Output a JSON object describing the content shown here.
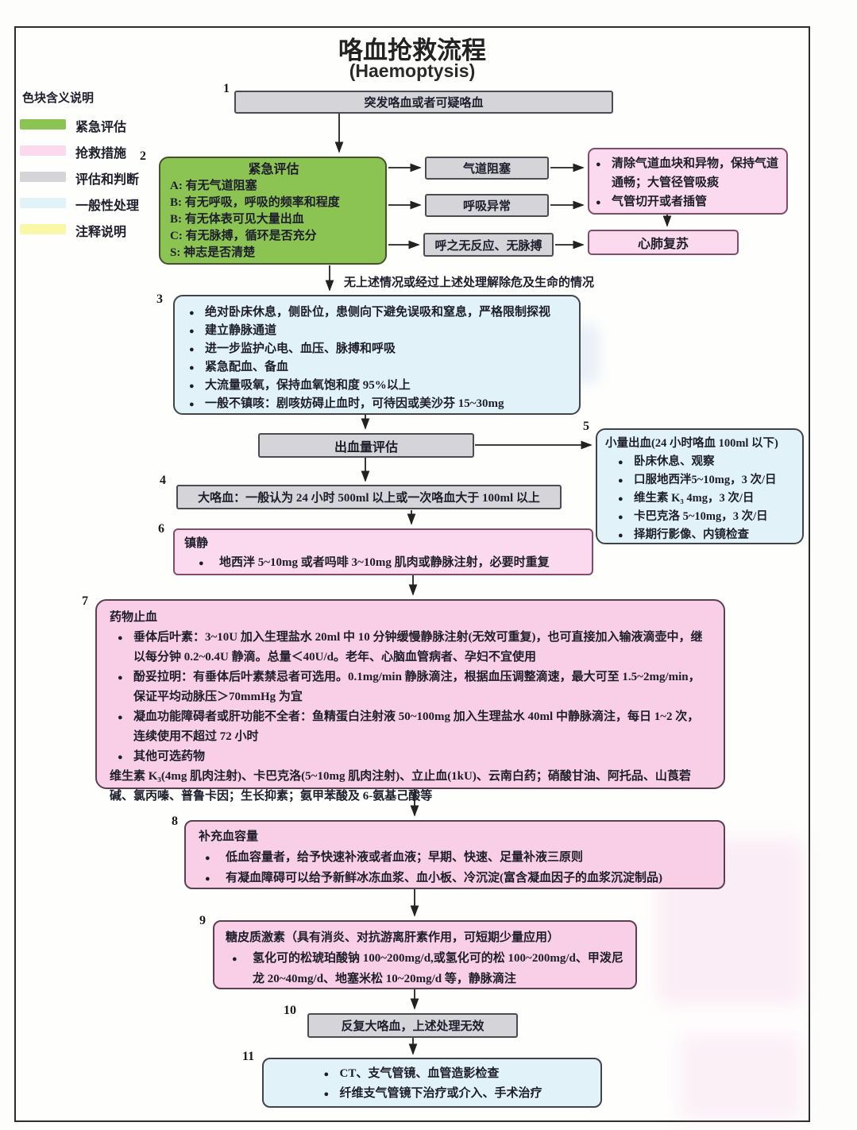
{
  "page": {
    "title": "咯血抢救流程",
    "subtitle": "(Haemoptysis)"
  },
  "legend": {
    "header": "色块含义说明",
    "items": [
      {
        "label": "紧急评估",
        "color": "#8cc454"
      },
      {
        "label": "抢救措施",
        "color": "#fbd9ee"
      },
      {
        "label": "评估和判断",
        "color": "#d4d4d9"
      },
      {
        "label": "一般性处理",
        "color": "#e1f3f8"
      },
      {
        "label": "注释说明",
        "color": "#fbf7a8"
      }
    ]
  },
  "nodes": {
    "n1": {
      "number": "1",
      "text": "突发咯血或者可疑咯血"
    },
    "n2": {
      "number": "2",
      "title": "紧急评估",
      "lines": [
        "A: 有无气道阻塞",
        "B: 有无呼吸，呼吸的频率和程度",
        "B: 有无体表可见大量出血",
        "C: 有无脉搏，循环是否充分",
        "S: 神志是否清楚"
      ]
    },
    "airway": {
      "text": "气道阻塞"
    },
    "breath": {
      "text": "呼吸异常"
    },
    "noresponse": {
      "text": "呼之无反应、无脉搏"
    },
    "clear_airway": {
      "items": [
        "清除气道血块和异物，保持气道通畅；大管径管吸痰",
        "气管切开或者插管"
      ]
    },
    "cpr": {
      "text": "心肺复苏"
    },
    "bypass_label": "无上述情况或经过上述处理解除危及生命的情况",
    "n3": {
      "number": "3",
      "items": [
        "绝对卧床休息，侧卧位，患侧向下避免误吸和窒息，严格限制探视",
        "建立静脉通道",
        "进一步监护心电、血压、脉搏和呼吸",
        "紧急配血、备血",
        "大流量吸氧，保持血氧饱和度 95%以上",
        "一般不镇咳：剧咳妨碍止血时，可待因或美沙芬 15~30mg"
      ]
    },
    "assess": {
      "text": "出血量评估"
    },
    "n4": {
      "number": "4",
      "text": "大咯血：一般认为 24 小时 500ml 以上或一次咯血大于 100ml 以上"
    },
    "n5": {
      "number": "5",
      "title": "小量出血(24 小时咯血 100ml 以下)",
      "items": [
        "卧床休息、观察",
        "口服地西泮5~10mg，3 次/日",
        "维生素 K₃ 4mg，3 次/日",
        "卡巴克洛 5~10mg，3 次/日",
        "择期行影像、内镜检查"
      ]
    },
    "n6": {
      "number": "6",
      "title": "镇静",
      "items": [
        "地西泮 5~10mg 或者吗啡 3~10mg 肌肉或静脉注射，必要时重复"
      ]
    },
    "n7": {
      "number": "7",
      "title": "药物止血",
      "items": [
        "垂体后叶素：3~10U 加入生理盐水 20ml 中 10 分钟缓慢静脉注射(无效可重复)，也可直接加入输液滴壶中，继以每分钟 0.2~0.4U 静滴。总量＜40U/d。老年、心脑血管病者、孕妇不宜使用",
        "酚妥拉明：有垂体后叶素禁忌者可选用。0.1mg/min 静脉滴注，根据血压调整滴速，最大可至 1.5~2mg/min，保证平均动脉压＞70mmHg 为宜",
        "凝血功能障碍者或肝功能不全者：鱼精蛋白注射液 50~100mg 加入生理盐水 40ml 中静脉滴注，每日 1~2 次，连续使用不超过 72 小时",
        "其他可选药物"
      ],
      "extra": "维生素 K₃(4mg 肌肉注射)、卡巴克洛(5~10mg 肌肉注射)、立止血(1kU)、云南白药；硝酸甘油、阿托品、山莨菪碱、氯丙嗪、普鲁卡因；生长抑素；氨甲苯酸及 6-氨基己酸等"
    },
    "n8": {
      "number": "8",
      "title": "补充血容量",
      "items": [
        "低血容量者，给予快速补液或者血液；早期、快速、足量补液三原则",
        "有凝血障碍可以给予新鲜冰冻血浆、血小板、冷沉淀(富含凝血因子的血浆沉淀制品)"
      ]
    },
    "n9": {
      "number": "9",
      "title": "糖皮质激素（具有消炎、对抗游离肝素作用，可短期少量应用）",
      "items": [
        "氢化可的松琥珀酸钠 100~200mg/d,或氢化可的松 100~200mg/d、甲泼尼龙 20~40mg/d、地塞米松 10~20mg/d 等，静脉滴注"
      ]
    },
    "n10": {
      "number": "10",
      "text": "反复大咯血，上述处理无效"
    },
    "n11": {
      "number": "11",
      "items": [
        "CT、支气管镜、血管造影检查",
        "纤维支气管镜下治疗或介入、手术治疗"
      ]
    }
  },
  "colors": {
    "green": "#8cc454",
    "pink_light": "#fbd9ee",
    "pink_deep": "#f8cfe7",
    "gray": "#d4d4d9",
    "blue": "#e1f3f8",
    "yellow": "#fbf7a8"
  }
}
